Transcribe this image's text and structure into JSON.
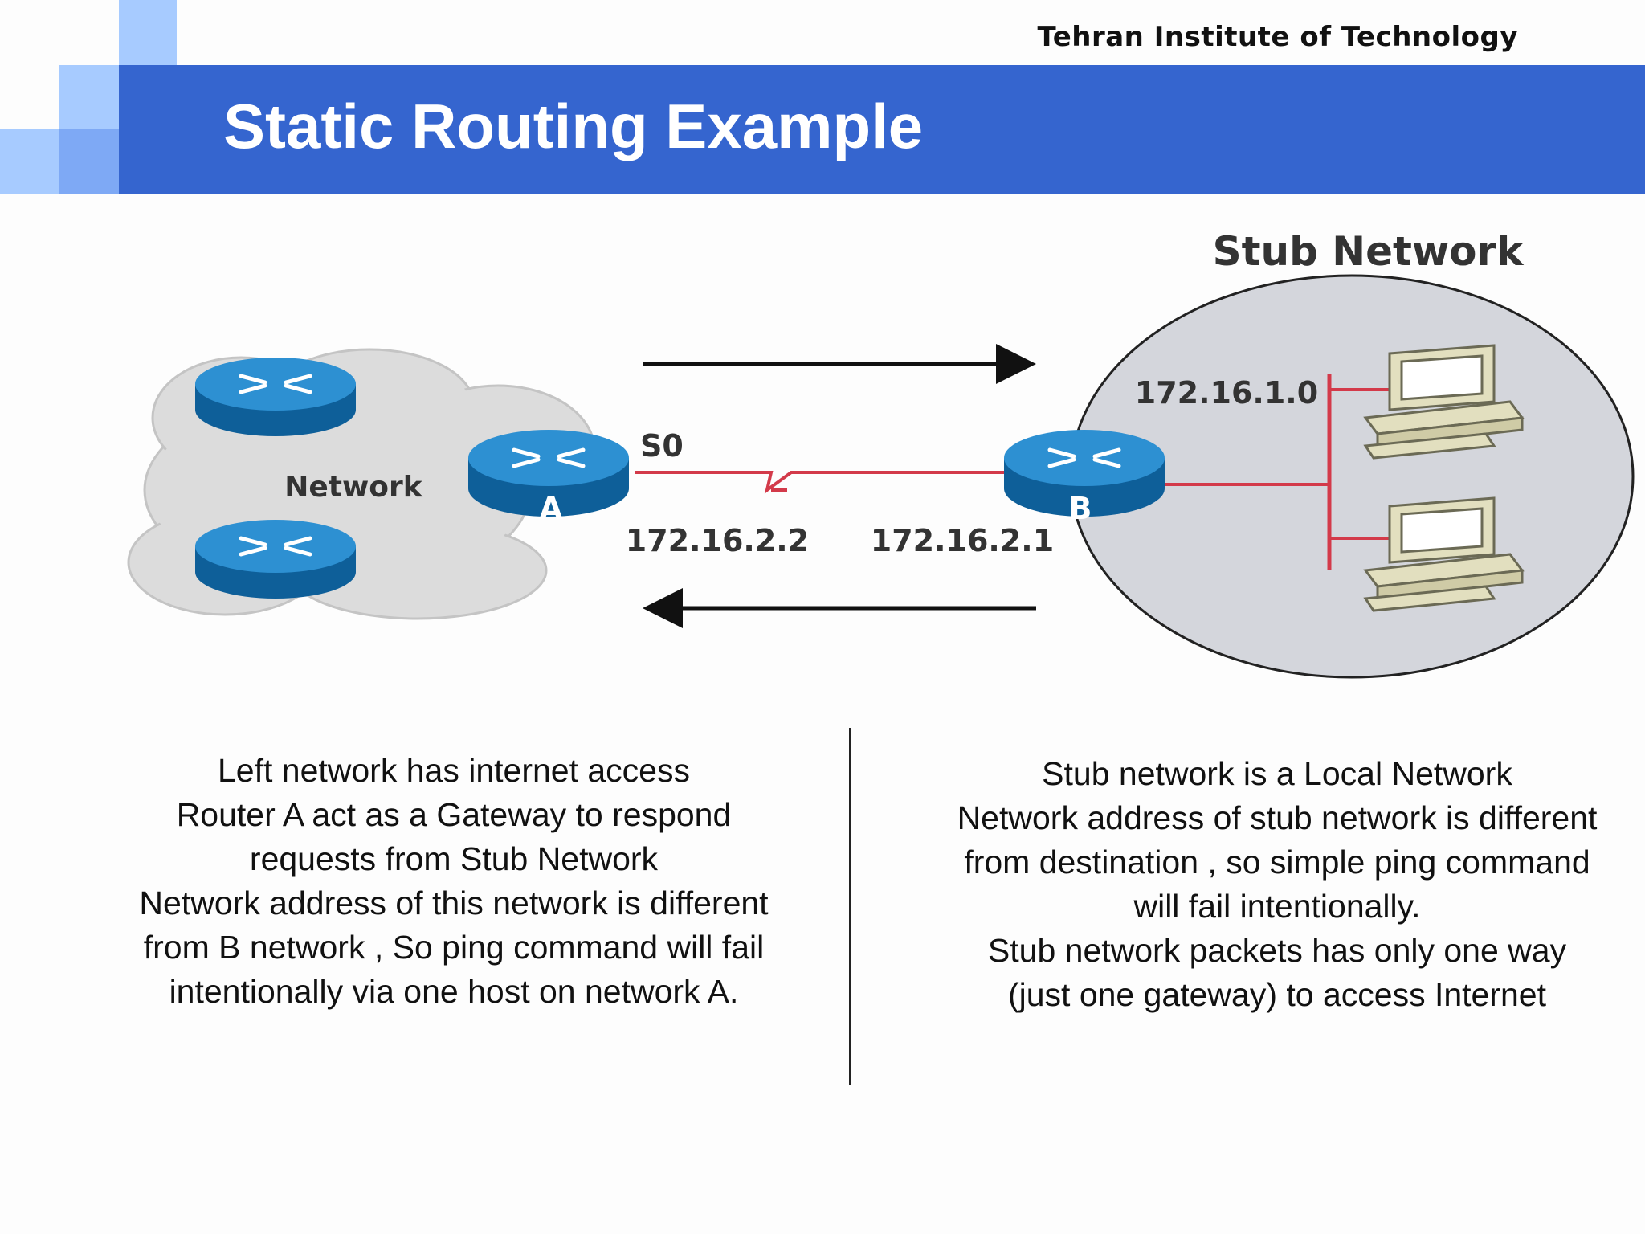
{
  "header": {
    "institute": "Tehran Institute of Technology",
    "title": "Static Routing Example"
  },
  "diagram": {
    "stub_title": "Stub Network",
    "network_label": "Network",
    "router_a_label": "A",
    "router_b_label": "B",
    "interface_label": "S0",
    "ip_a": "172.16.2.2",
    "ip_b": "172.16.2.1",
    "stub_net_address": "172.16.1.0",
    "colors": {
      "cloud": "#dcdcdc",
      "stub_area": "#d4d6dc",
      "router": "#2185c5",
      "router_dark": "#0e5f99",
      "link": "#d33a4a",
      "pc_beige": "#e2dfbf"
    }
  },
  "left_text": [
    "Left network has internet access",
    "Router A act as a Gateway to respond",
    "requests from Stub Network",
    "Network address of this network is different",
    "from B network , So ping command will fail",
    "intentionally via one host on network A."
  ],
  "right_text": [
    "Stub network is a Local Network",
    "Network address of stub network is different",
    "from destination , so simple ping command",
    "will fail intentionally.",
    "Stub network packets has only one way",
    "(just one gateway) to access Internet"
  ],
  "theme": {
    "accent": "#3565cf",
    "deco_light": "#a7cbff",
    "deco_mid": "#7ea9f5",
    "deco_dark": "#5e8ee9"
  }
}
